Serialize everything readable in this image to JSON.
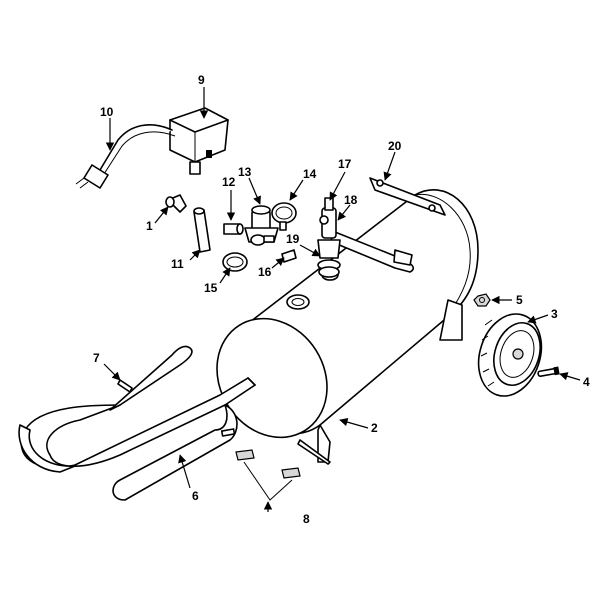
{
  "callouts": {
    "c1": "1",
    "c2": "2",
    "c3": "3",
    "c4": "4",
    "c5": "5",
    "c6": "6",
    "c7": "7",
    "c8": "8",
    "c9": "9",
    "c10": "10",
    "c11": "11",
    "c12": "12",
    "c13": "13",
    "c14": "14",
    "c15": "15",
    "c16": "16",
    "c17": "17",
    "c18": "18",
    "c19": "19",
    "c20": "20"
  },
  "colors": {
    "line": "#000000",
    "background": "#ffffff",
    "shade": "#d8d8d8"
  }
}
